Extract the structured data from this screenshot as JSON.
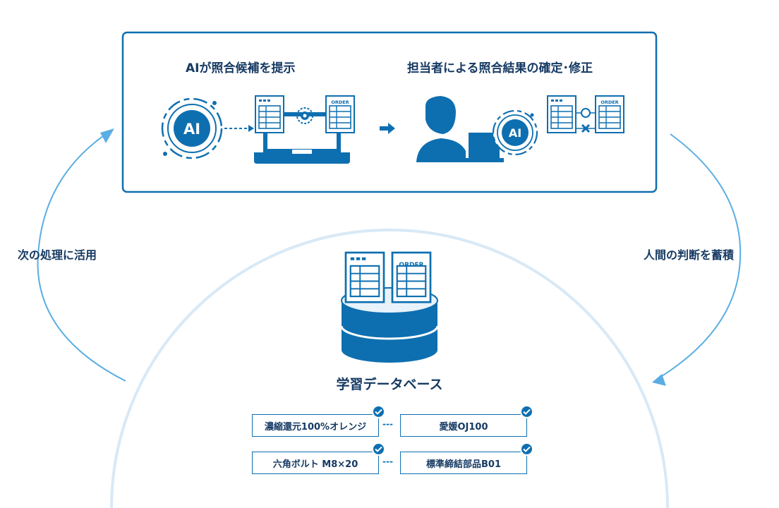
{
  "steps": {
    "left_title": "AIが照合候補を提示",
    "right_title": "担当者による照合結果の確定･修正"
  },
  "cycle": {
    "left_label": "次の処理に活用",
    "right_label": "人間の判断を蓄積"
  },
  "database": {
    "label": "学習データベース",
    "pairs": [
      {
        "source": "濃縮還元100%オレンジ",
        "target": "愛媛OJ100"
      },
      {
        "source": "六角ボルト M8×20",
        "target": "標準締結部品B01"
      }
    ]
  },
  "icons": {
    "ai_badge_text": "AI",
    "order_doc_text": "ORDER",
    "connector_text": "---"
  },
  "colors": {
    "primary": "#0e6fb0",
    "dark": "#163a63",
    "light_arc": "#d8e9f6",
    "arrow": "#5aaee3"
  }
}
